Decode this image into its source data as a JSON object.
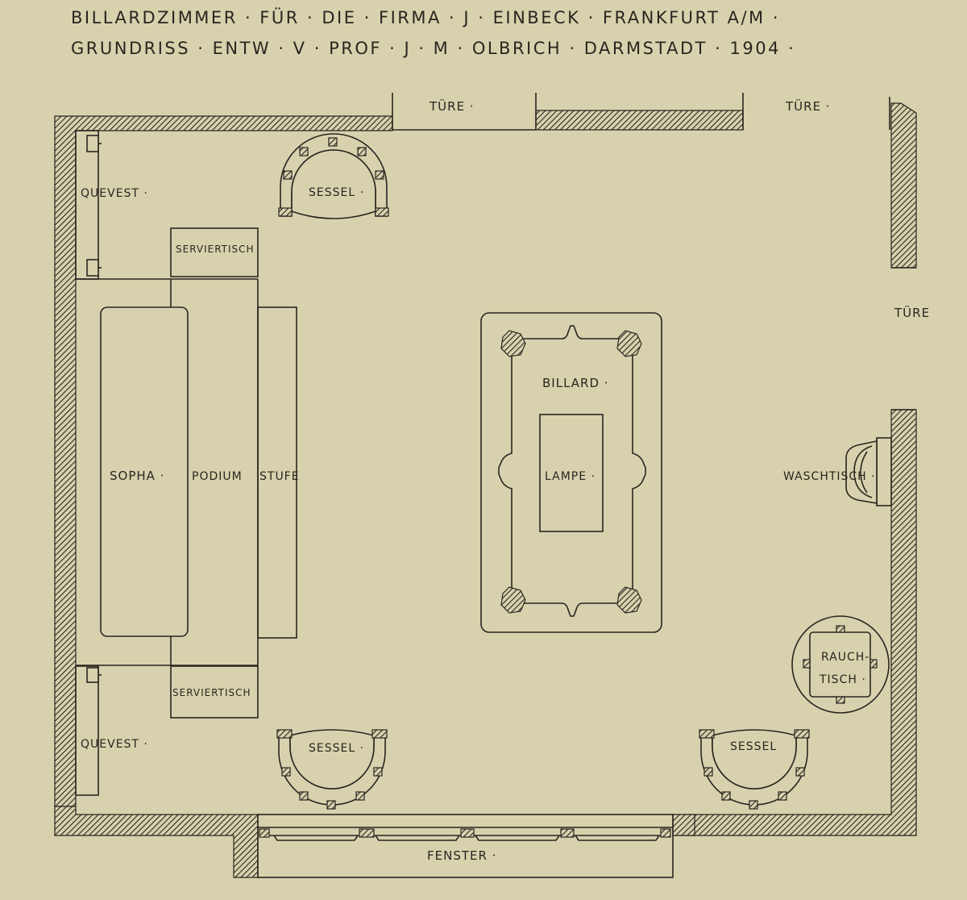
{
  "title": {
    "line1": "BILLARDZIMMER · FÜR · DIE · FIRMA · J · EINBECK · FRANKFURT A/M ·",
    "line2": "GRUNDRISS · ENTW · V · PROF · J · M · OLBRICH · DARMSTADT · 1904 ·"
  },
  "labels": {
    "door_top": "TÜRE ·",
    "door_top_right": "TÜRE ·",
    "door_right": "TÜRE",
    "quevest_top": "QUEVEST ·",
    "quevest_bottom": "QUEVEST ·",
    "sessel_top": "SESSEL ·",
    "sessel_bottom_left": "SESSEL ·",
    "sessel_bottom_right": "SESSEL",
    "serviertisch_top": "SERVIERTISCH",
    "serviertisch_bottom": "SERVIERTISCH",
    "sopha": "SOPHA ·",
    "podium": "PODIUM",
    "stufe": "STUFE",
    "billard": "BILLARD ·",
    "lampe": "LAMPE ·",
    "waschtisch": "WASCHTISCH ·",
    "rauchtisch_1": "RAUCH-",
    "rauchtisch_2": "TISCH ·",
    "fenster": "FENSTER ·"
  },
  "colors": {
    "paper": "#d7d2ad",
    "ink": "#2a2520"
  }
}
